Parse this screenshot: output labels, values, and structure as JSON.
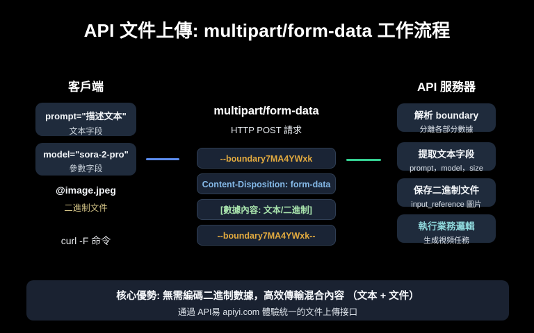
{
  "title": "API 文件上傳: multipart/form-data 工作流程",
  "client": {
    "header": "客戶端",
    "boxes": [
      {
        "main": "prompt=\"描述文本\"",
        "sub": "文本字段"
      },
      {
        "main": "model=\"sora-2-pro\"",
        "sub": "參數字段"
      }
    ],
    "file_label": "@image.jpeg",
    "file_sub": "二進制文件",
    "command": "curl -F 命令"
  },
  "middle": {
    "header": "multipart/form-data",
    "subheader": "HTTP POST 請求",
    "rows": [
      {
        "text": "--boundary7MA4YWxk",
        "color": "gold"
      },
      {
        "text": "Content-Disposition: form-data",
        "color": "blue"
      },
      {
        "text": "[數據內容: 文本/二進制]",
        "color": "green"
      },
      {
        "text": "--boundary7MA4YWxk--",
        "color": "gold"
      }
    ]
  },
  "server": {
    "header": "API 服務器",
    "boxes": [
      {
        "main": "解析 boundary",
        "sub": "分離各部分數據"
      },
      {
        "main": "提取文本字段",
        "sub": "prompt，model，size"
      },
      {
        "main": "保存二進制文件",
        "sub": "input_reference 圖片"
      },
      {
        "main": "執行業務邏輯",
        "sub": "生成視頻任務"
      }
    ]
  },
  "footer": {
    "line1": "核心優勢: 無需編碼二進制數據，高效傳輸混合內容 （文本 + 文件）",
    "line2": "通過 API易 apiyi.com 體驗統一的文件上傳接口"
  },
  "colors": {
    "bg": "#000000",
    "boxbg": "#1f2b3c",
    "midboxbg": "#1a2435",
    "bannerbg": "#1a2231",
    "gold": "#e2aa3f",
    "blue": "#85b9e8",
    "green": "#a9e4ad",
    "teal": "#8fd8dc",
    "filegold": "#d3c386",
    "connblue": "#5b8bec",
    "conngreen": "#35d092"
  }
}
